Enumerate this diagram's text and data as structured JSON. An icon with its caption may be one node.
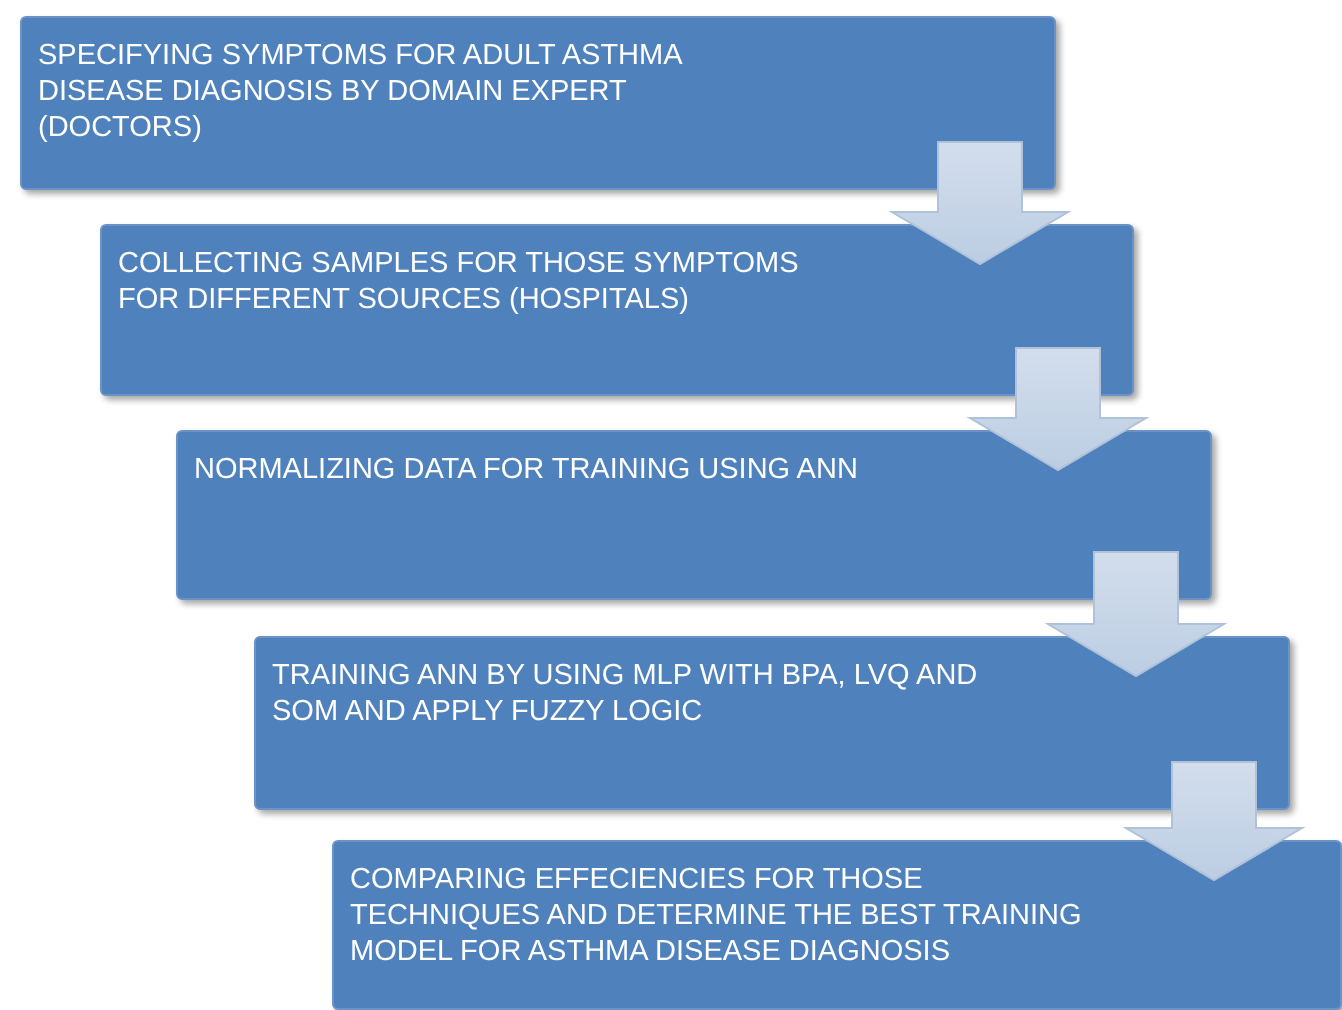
{
  "diagram": {
    "nodes": [
      {
        "text": [
          "SPECIFYING SYMPTOMS FOR ADULT ASTHMA DISEASE DIAGNOSIS BY DOMAIN EXPERT (DOCTORS)"
        ]
      },
      {
        "text": [
          "COLLECTING SAMPLES FOR THOSE SYMPTOMS FOR DIFFERENT SOURCES (HOSPITALS)"
        ]
      },
      {
        "text": [
          "NORMALIZING DATA FOR TRAINING USING ANN"
        ]
      },
      {
        "text": [
          "TRAINING ANN BY USING MLP WITH BPA, LVQ AND SOM AND APPLY FUZZY LOGIC"
        ]
      },
      {
        "text": [
          "COMPARING EFFECIENCIES FOR THOSE TECHNIQUES AND DETERMINE THE BEST TRAINING MODEL FOR ASTHMA DISEASE DIAGNOSIS"
        ]
      }
    ],
    "edges": [
      {
        "from": 0,
        "to": 1,
        "arrow": "to"
      },
      {
        "from": 1,
        "to": 2,
        "arrow": "to"
      },
      {
        "from": 2,
        "to": 3,
        "arrow": "to"
      },
      {
        "from": 3,
        "to": 4,
        "arrow": "to"
      }
    ]
  }
}
